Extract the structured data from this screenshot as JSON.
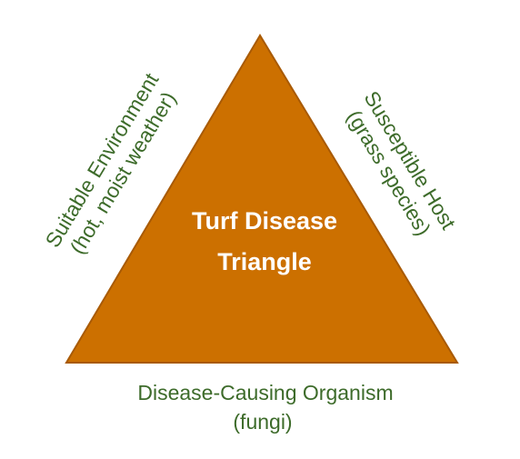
{
  "diagram": {
    "center": {
      "line1": "Turf Disease",
      "line2": "Triangle"
    },
    "left_side": {
      "line1": "Suitable Environment",
      "line2": "(hot, moist weather)"
    },
    "right_side": {
      "line1": "Susceptible Host",
      "line2": "(grass species)"
    },
    "bottom_side": {
      "line1": "Disease-Causing Organism",
      "line2": "(fungi)"
    },
    "colors": {
      "triangle_fill": "#cc7000",
      "triangle_stroke": "#a85a06",
      "label_text": "#3d6b2a",
      "center_text": "#ffffff"
    }
  }
}
